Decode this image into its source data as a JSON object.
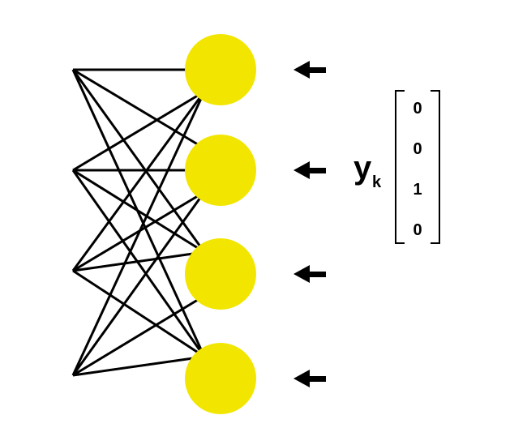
{
  "label": {
    "main": "y",
    "subscript": "k"
  },
  "vector": {
    "values": [
      "0",
      "0",
      "1",
      "0"
    ]
  },
  "colors": {
    "node_fill": "#F2E600",
    "line": "#000000",
    "background": "#ffffff"
  },
  "network": {
    "input_points": 4,
    "output_nodes": 4,
    "fully_connected": true
  },
  "icons": {
    "arrow": "left-arrow-icon"
  }
}
